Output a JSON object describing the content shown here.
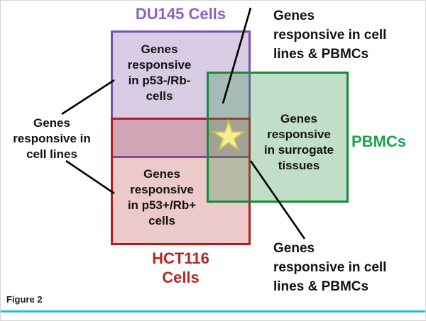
{
  "figure": {
    "caption": "Figure 2"
  },
  "diagram": {
    "titles": {
      "du145": "DU145 Cells",
      "pbmcs": "PBMCs",
      "hct116": "HCT116\nCells"
    },
    "regions": {
      "du145_only": "Genes\nresponsive\nin p53-/Rb-\ncells",
      "hct116_only": "Genes\nresponsive\nin p53+/Rb+\ncells",
      "pbmcs_center": "Genes\nresponsive\nin surrogate\ntissues"
    },
    "callouts": {
      "left_cell_lines": "Genes\nresponsive in\ncell lines",
      "top_right_cell_lines_pbmcs": "Genes\nresponsive in cell\nlines & PBMCs",
      "bottom_right_cell_lines_pbmcs": "Genes\nresponsive in cell\nlines & PBMCs"
    },
    "star_icon": "★",
    "colors": {
      "du145_border": "#7a50a8",
      "du145_title": "#8a63c0",
      "hct116_border": "#aa2020",
      "hct116_title": "#b32727",
      "pbmcs_border": "#168a38",
      "pbmcs_title": "#1fa04d",
      "star": "#f6ef8e",
      "star_outline": "#cbbf54",
      "divider": "#2bbcd4"
    }
  }
}
